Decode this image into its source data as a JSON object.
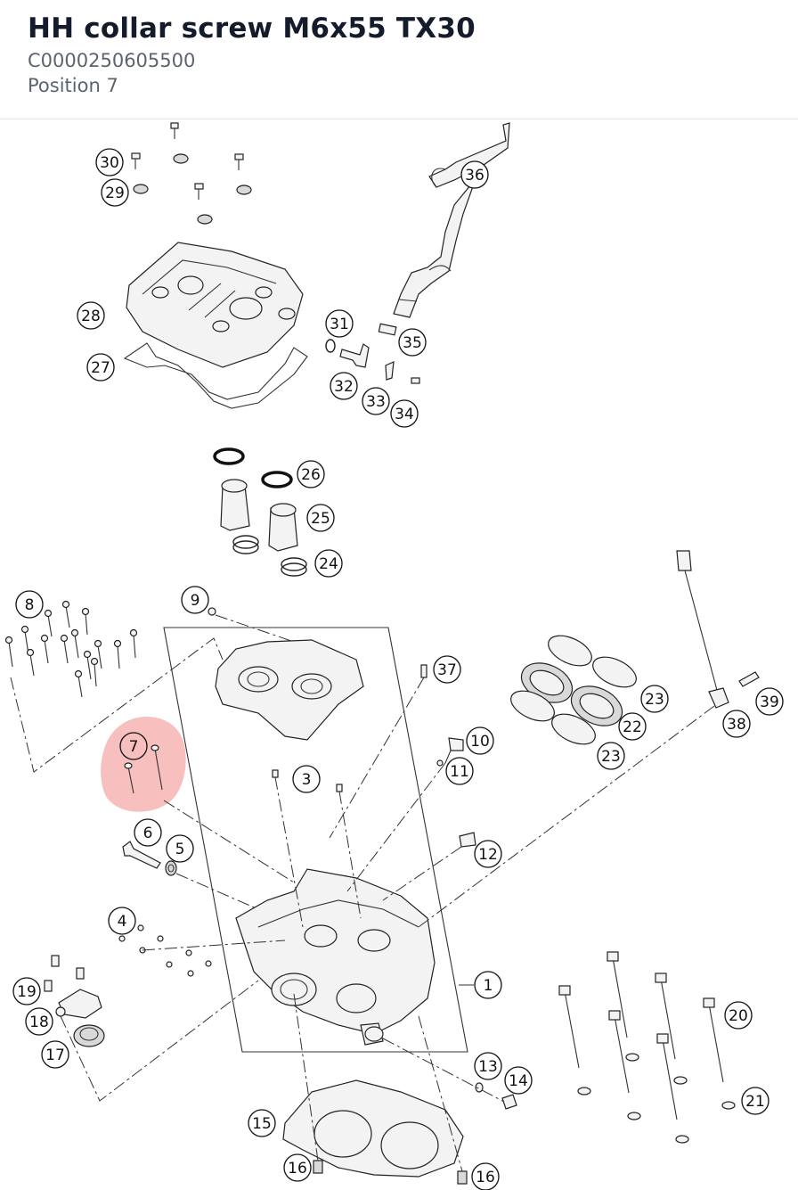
{
  "header": {
    "title": "HH collar screw M6x55 TX30",
    "part_number": "C0000250605500",
    "position": "Position 7"
  },
  "highlight": {
    "position_label": "7",
    "color": "#f28b8b"
  },
  "callouts": [
    "1",
    "3",
    "4",
    "5",
    "6",
    "7",
    "8",
    "9",
    "10",
    "11",
    "12",
    "13",
    "14",
    "15",
    "16",
    "16",
    "17",
    "18",
    "19",
    "20",
    "21",
    "22",
    "23",
    "23",
    "24",
    "25",
    "26",
    "27",
    "28",
    "29",
    "30",
    "31",
    "32",
    "33",
    "34",
    "35",
    "36",
    "37",
    "38",
    "39"
  ]
}
